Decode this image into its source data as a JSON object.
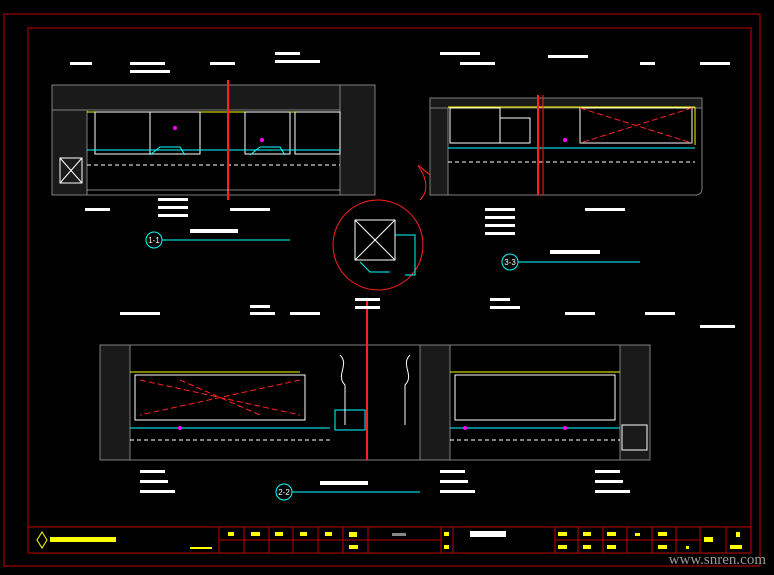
{
  "drawing": {
    "sections": [
      {
        "id": "section-1-1",
        "tag": "1-1"
      },
      {
        "id": "section-2-2",
        "tag": "2-2"
      },
      {
        "id": "section-3-3",
        "tag": "3-3"
      }
    ],
    "colors": {
      "frame": "#c00000",
      "wall": "#808080",
      "outline": "#ffff00",
      "trim": "#00ffff",
      "section_mark": "#ff2020",
      "text": "#ffffff"
    }
  },
  "watermark": "www.snren.com"
}
